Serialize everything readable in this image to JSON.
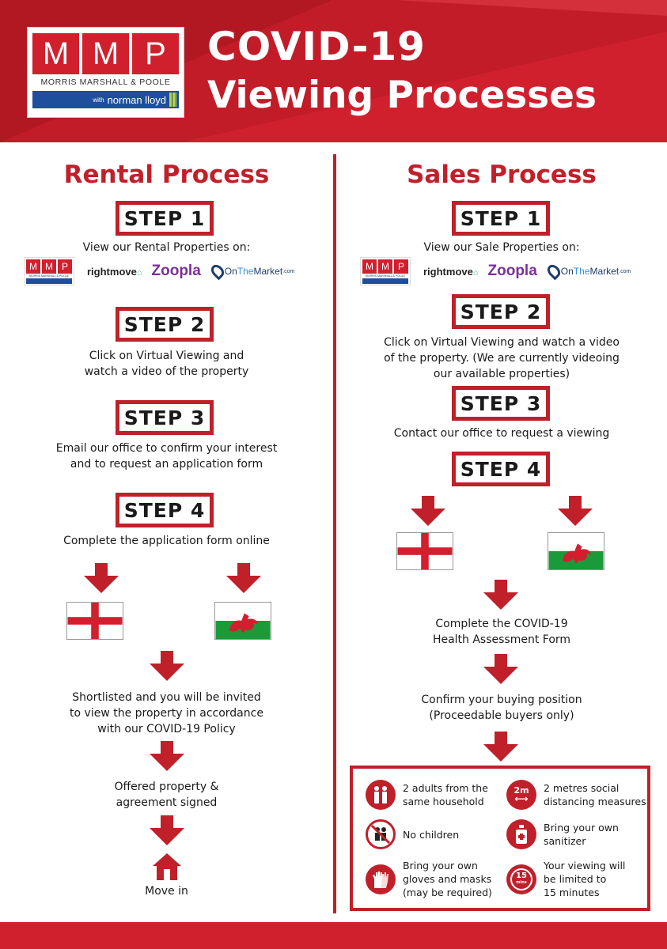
{
  "header": {
    "logo": {
      "letters": [
        "M",
        "M",
        "P"
      ],
      "company": "MORRIS MARSHALL & POOLE",
      "with": "with",
      "partner": "norman lloyd"
    },
    "title_line1": "COVID-19",
    "title_line2": "Viewing Processes"
  },
  "colors": {
    "brand_red": "#d0202e",
    "dark_red": "#c0202a",
    "brand_blue": "#1e4f9c",
    "zoopla_purple": "#7b2e9c"
  },
  "portals": {
    "rightmove": "rightmove",
    "zoopla": "Zoopla",
    "onthemarket_on": "On",
    "onthemarket_the": "The",
    "onthemarket_market": "Market",
    "onthemarket_com": ".com"
  },
  "rental": {
    "title": "Rental Process",
    "step1": {
      "label": "STEP 1",
      "text": "View our Rental Properties on:"
    },
    "step2": {
      "label": "STEP 2",
      "text_line1": "Click on Virtual Viewing and",
      "text_line2": "watch a video of the property"
    },
    "step3": {
      "label": "STEP 3",
      "text_line1": "Email our office to confirm your interest",
      "text_line2": "and to request an application form"
    },
    "step4": {
      "label": "STEP 4",
      "text": "Complete the application form online"
    },
    "shortlisted_line1": "Shortlisted and you will be invited",
    "shortlisted_line2": "to view the property in accordance",
    "shortlisted_line3": "with our COVID-19 Policy",
    "offered_line1": "Offered property &",
    "offered_line2": "agreement signed",
    "move_in": "Move in"
  },
  "sales": {
    "title": "Sales Process",
    "step1": {
      "label": "STEP 1",
      "text": "View our Sale Properties on:"
    },
    "step2": {
      "label": "STEP 2",
      "text_line1": "Click on Virtual Viewing and watch a video",
      "text_line2": "of the property. (We are currently videoing",
      "text_line3": "our available properties)"
    },
    "step3": {
      "label": "STEP 3",
      "text": "Contact our office to request a viewing"
    },
    "step4": {
      "label": "STEP 4"
    },
    "health_line1": "Complete the COVID-19",
    "health_line2": "Health Assessment Form",
    "confirm_line1": "Confirm your buying position",
    "confirm_line2": "(Proceedable buyers only)"
  },
  "rules": [
    {
      "icon": "adults-icon",
      "line1": "2 adults from the",
      "line2": "same household",
      "line3": ""
    },
    {
      "icon": "distance-icon",
      "badge": "2m",
      "line1": "2 metres social",
      "line2": "distancing measures",
      "line3": ""
    },
    {
      "icon": "no-children-icon",
      "line1": "No children",
      "line2": "",
      "line3": ""
    },
    {
      "icon": "sanitizer-icon",
      "line1": "Bring your own",
      "line2": "sanitizer",
      "line3": ""
    },
    {
      "icon": "gloves-icon",
      "line1": "Bring your own",
      "line2": "gloves and masks",
      "line3": "(may be required)"
    },
    {
      "icon": "timer-icon",
      "badge": "15",
      "badge_sub": "mins",
      "line1": "Your viewing will",
      "line2": "be limited to",
      "line3": "15 minutes"
    }
  ]
}
